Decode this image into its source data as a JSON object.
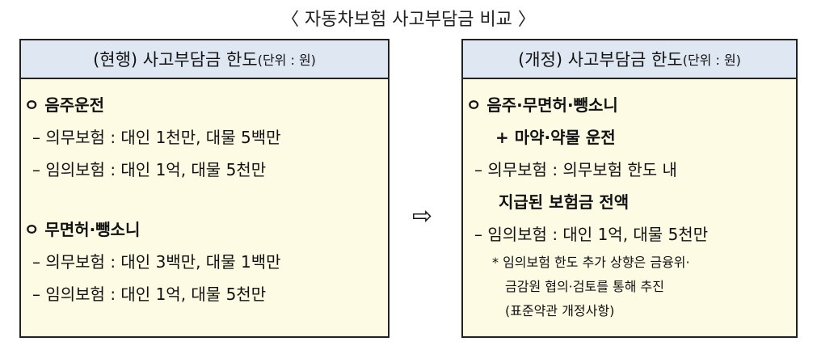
{
  "title": "〈 자동차보험 사고부담금 비교 〉",
  "left_panel": {
    "header_main": "(현행) 사고부담금 한도",
    "header_unit": "(단위 : 원)",
    "section1_heading": "ㅇ 음주운전",
    "section1_line1": "– 의무보험 : 대인 1천만, 대물 5백만",
    "section1_line2": "– 임의보험 : 대인 1억, 대물 5천만",
    "section2_heading": "ㅇ 무면허·뺑소니",
    "section2_line1": "– 의무보험 : 대인 3백만, 대물 1백만",
    "section2_line2": "– 임의보험 : 대인 1억, 대물 5천만"
  },
  "arrow_icon": "⇨",
  "right_panel": {
    "header_main": "(개정) 사고부담금 한도",
    "header_unit": "(단위 : 원)",
    "heading_line1": "ㅇ 음주·무면허·뺑소니",
    "heading_line2": "+ 마약·약물 운전",
    "line1": "– 의무보험 : 의무보험 한도 내",
    "line2": "지급된 보험금 전액",
    "line3": "– 임의보험 : 대인 1억, 대물 5천만",
    "note1": "* 임의보험 한도 추가 상향은 금융위·",
    "note2": "금감원 협의·검토를 통해 추진",
    "note3": "(표준약관 개정사항)"
  }
}
